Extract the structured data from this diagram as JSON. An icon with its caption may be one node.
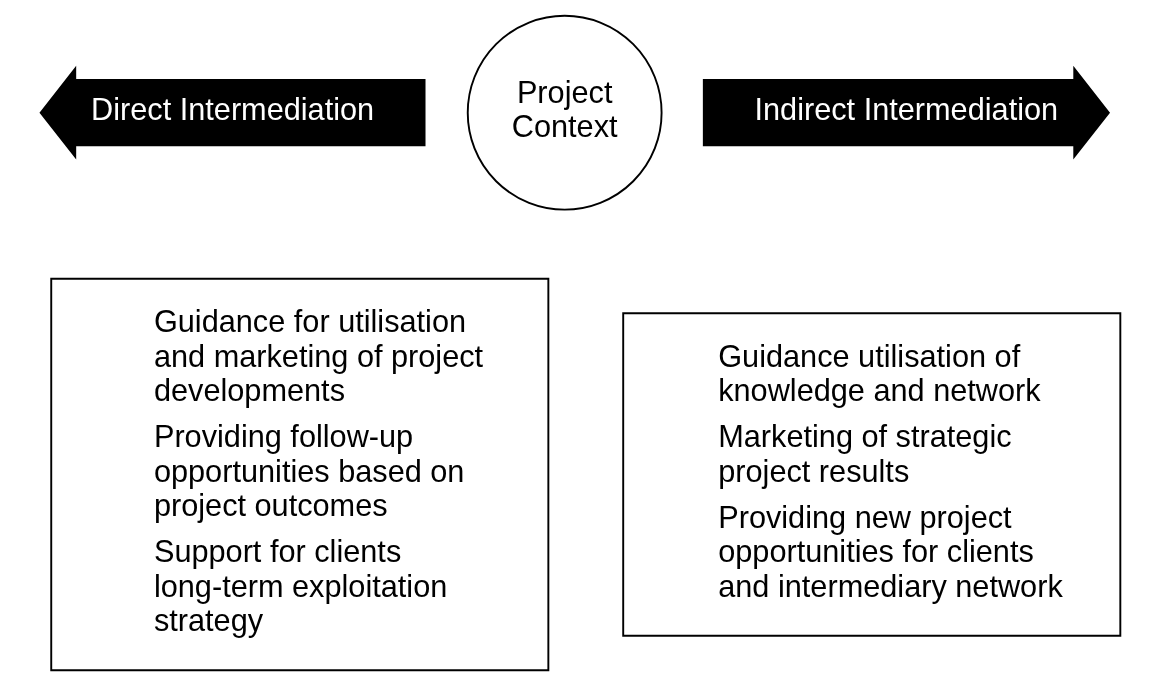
{
  "diagram": {
    "nodes": [
      {
        "text": [
          "Project Context"
        ]
      },
      {
        "text": [
          "Direct Intermediation"
        ]
      },
      {
        "text": [
          "Indirect Intermediation"
        ]
      },
      {
        "text": [
          "Guidance for utilisation and marketing of project developments",
          "Providing follow-up opportunities based on project outcomes",
          "Support for clients long-term exploitation strategy"
        ]
      },
      {
        "text": [
          "Guidance utilisation of knowledge and network",
          "Marketing of strategic project results",
          "Providing new project opportunities for clients and intermediary network"
        ]
      }
    ]
  }
}
